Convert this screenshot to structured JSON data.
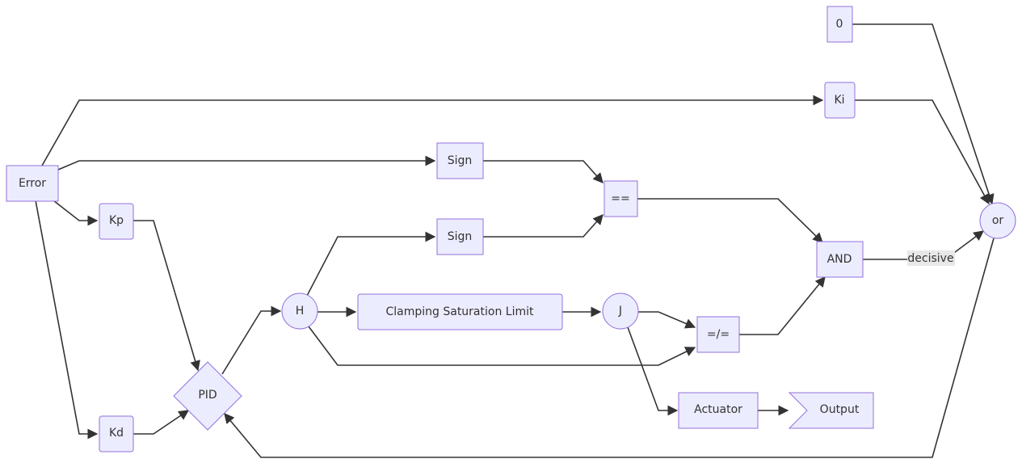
{
  "diagram": {
    "nodes": {
      "zero": "0",
      "ki": "Ki",
      "error": "Error",
      "sign_top": "Sign",
      "eq": "==",
      "kp": "Kp",
      "sign_bottom": "Sign",
      "and": "AND",
      "or": "or",
      "h": "H",
      "clamp": "Clamping Saturation Limit",
      "j": "J",
      "neq": "=/=",
      "pid": "PID",
      "kd": "Kd",
      "actuator": "Actuator",
      "output": "Output"
    },
    "edge_labels": {
      "and_to_or": "decisive"
    }
  }
}
